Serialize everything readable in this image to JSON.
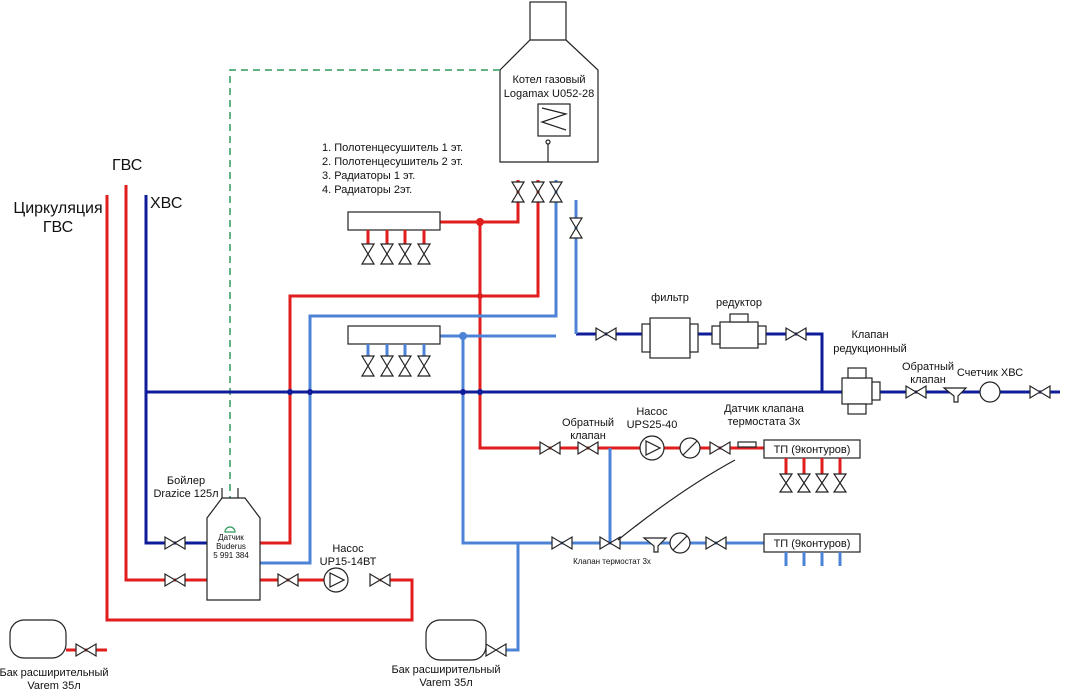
{
  "labels": {
    "boiler": [
      "Котел газовый",
      "Logamax U052-28"
    ],
    "consumers": [
      "1. Полотенцесушитель 1 эт.",
      "2. Полотенцесушитель 2 эт.",
      "3. Радиаторы 1 эт.",
      "4. Радиаторы 2эт."
    ],
    "gvs": "ГВС",
    "hvs": "ХВС",
    "circulation": [
      "Циркуляция",
      "ГВС"
    ],
    "filter": "фильтр",
    "reducer": "редуктор",
    "pressure_valve": [
      "Клапан",
      "редукционный"
    ],
    "check_valve_meter": [
      "Обратный",
      "клапан"
    ],
    "water_meter": "Счетчик ХВС",
    "check_valve_pump": [
      "Обратный",
      "клапан"
    ],
    "pump_floor": [
      "Насос",
      "UPS25-40"
    ],
    "thermostat_sensor": [
      "Датчик клапана",
      "термостата 3х"
    ],
    "floor_heating_1": "ТП (9контуров)",
    "floor_heating_2": "ТП (9контуров)",
    "water_heater": [
      "Бойлер",
      "Drazice 125л"
    ],
    "sensor": [
      "Датчик",
      "Buderus",
      "5 991 384"
    ],
    "pump_dhw": [
      "Насос",
      "UP15-14ВТ"
    ],
    "thermostat_valve": "Клапан термостат 3х",
    "expansion_tank_left": [
      "Бак расширительный",
      "Varem 35л"
    ],
    "expansion_tank_right": [
      "Бак расширительный",
      "Varem 35л"
    ]
  },
  "colors": {
    "hot": "#e11d1d",
    "cold": "#0e1c9a",
    "return": "#4d83d6",
    "signal": "#2e9c5e"
  }
}
